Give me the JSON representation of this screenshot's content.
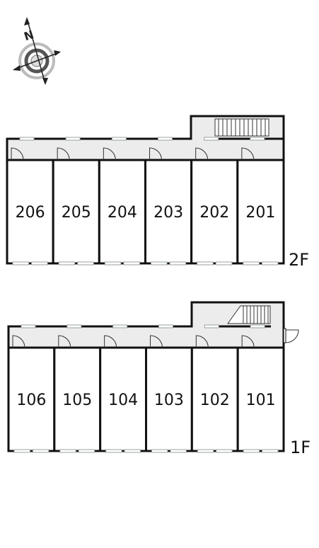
{
  "compass": {
    "icon": "compass-icon",
    "north_label": "N"
  },
  "floors": [
    {
      "label": "2F",
      "rooms": [
        "206",
        "205",
        "204",
        "203",
        "202",
        "201"
      ]
    },
    {
      "label": "1F",
      "rooms": [
        "106",
        "105",
        "104",
        "103",
        "102",
        "101"
      ]
    }
  ],
  "colors": {
    "corridor": "#ececec",
    "wall": "#111111",
    "window": "#9aa0a0"
  }
}
